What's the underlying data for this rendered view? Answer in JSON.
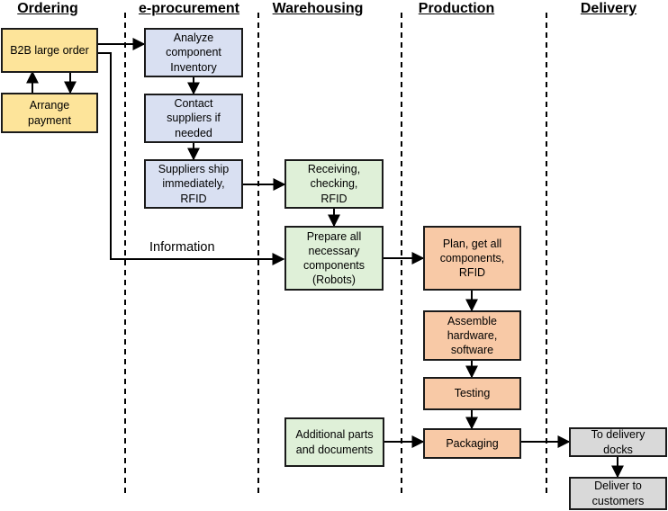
{
  "lanes": {
    "ordering": "Ordering",
    "eprocurement": "e-procurement",
    "warehousing": "Warehousing",
    "production": "Production",
    "delivery": "Delivery"
  },
  "nodes": {
    "b2b_order": "B2B large order",
    "arrange_payment": "Arrange\npayment",
    "analyze_inventory": "Analyze\ncomponent\nInventory",
    "contact_suppliers": "Contact\nsuppliers if\nneeded",
    "suppliers_ship": "Suppliers ship\nimmediately,\nRFID",
    "receiving": "Receiving,\nchecking,\nRFID",
    "prepare_components": "Prepare all\nnecessary\ncomponents\n(Robots)",
    "additional_parts": "Additional parts\nand documents",
    "plan_components": "Plan, get all\ncomponents,\nRFID",
    "assemble": "Assemble\nhardware,\nsoftware",
    "testing": "Testing",
    "packaging": "Packaging",
    "to_docks": "To delivery\ndocks",
    "deliver_customers": "Deliver to\ncustomers"
  },
  "edge_labels": {
    "information": "Information"
  }
}
